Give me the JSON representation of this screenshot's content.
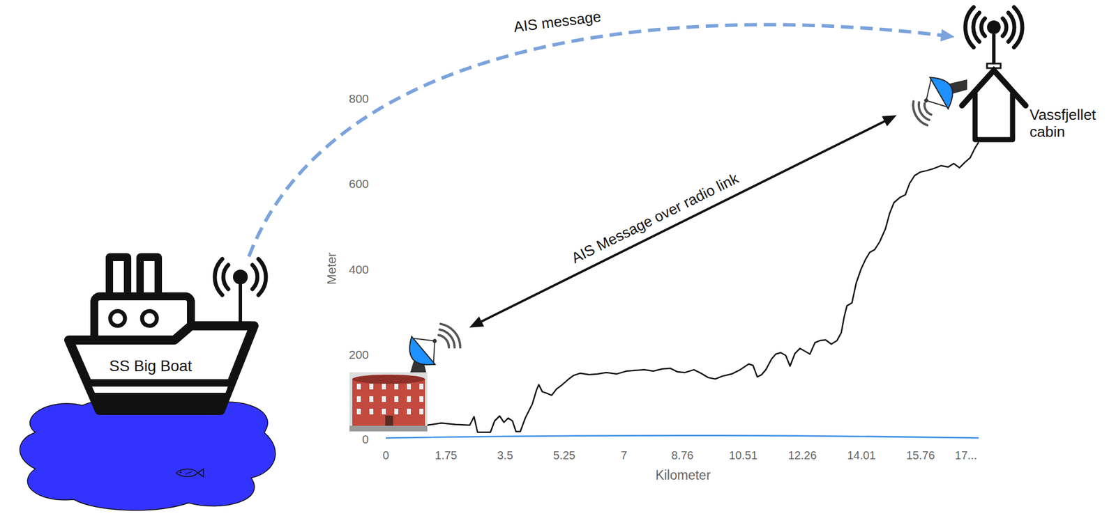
{
  "diagram": {
    "nodes": [
      {
        "text": [
          "SS Big Boat"
        ]
      },
      {
        "text": [
          "Vassfjellet cabin"
        ]
      }
    ],
    "edges": [
      {
        "from": 0,
        "to": 1,
        "arrow": "to",
        "label": "AIS message"
      }
    ],
    "labels": [
      "AIS Message over radio link",
      "800",
      "600",
      "400",
      "200",
      "0",
      "Meter",
      "0",
      "1.75",
      "3.5",
      "5.25",
      "7",
      "8.76",
      "10.51",
      "12.26",
      "14.01",
      "15.76",
      "17...",
      "Kilometer"
    ]
  }
}
